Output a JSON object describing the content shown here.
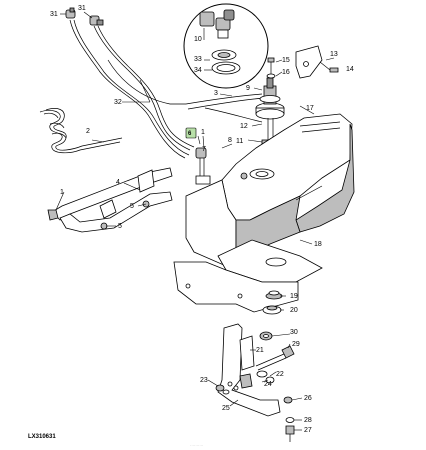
{
  "diagram": {
    "reference_id": "LX310631",
    "watermark": "··········",
    "callouts": {
      "c1": "1",
      "c1b": "1",
      "c2": "2",
      "c3": "3",
      "c4": "4",
      "c5a": "5",
      "c5b": "5",
      "c6": "6",
      "c7": "7",
      "c8": "8",
      "c9": "9",
      "c10": "10",
      "c11": "11",
      "c12": "12",
      "c13": "13",
      "c14": "14",
      "c15": "15",
      "c16": "16",
      "c17": "17",
      "c18": "18",
      "c19": "19",
      "c20": "20",
      "c21": "21",
      "c22": "22",
      "c23": "23",
      "c24": "24",
      "c25": "25",
      "c26": "26",
      "c27": "27",
      "c28": "28",
      "c29": "29",
      "c30": "30",
      "c31a": "31",
      "c31b": "31",
      "c32": "32",
      "c33": "33",
      "c34": "34"
    },
    "highlight_color": "#b8e0a8"
  }
}
